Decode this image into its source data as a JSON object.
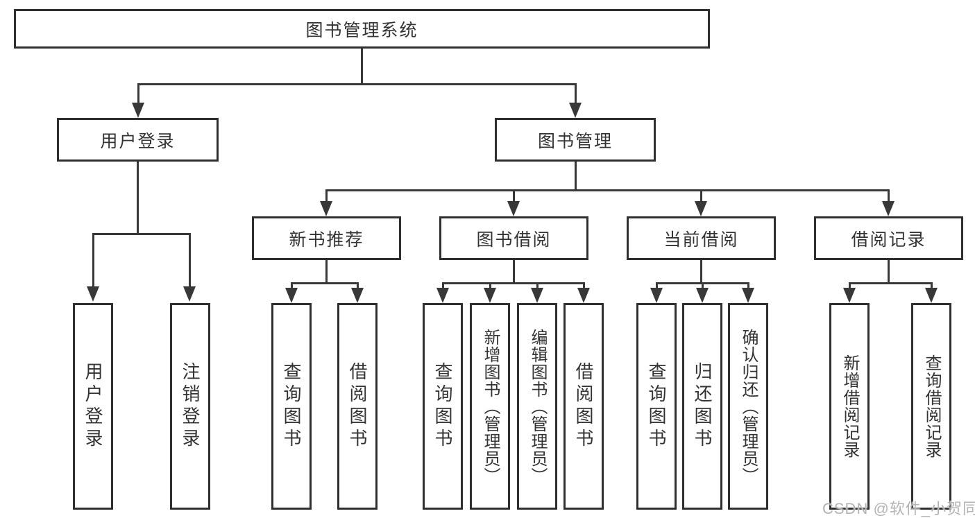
{
  "diagram": {
    "root": {
      "label": "图书管理系统"
    },
    "level2": [
      {
        "label": "用户登录"
      },
      {
        "label": "图书管理"
      }
    ],
    "level3": [
      {
        "label": "新书推荐"
      },
      {
        "label": "图书借阅"
      },
      {
        "label": "当前借阅"
      },
      {
        "label": "借阅记录"
      }
    ],
    "leaves": {
      "user": [
        "用户登录",
        "注销登录"
      ],
      "recommend": [
        "查询图书",
        "借阅图书"
      ],
      "borrow": [
        "查询图书",
        "新增图书（管理员）",
        "编辑图书（管理员）",
        "借阅图书"
      ],
      "current": [
        "查询图书",
        "归还图书",
        "确认归还（管理员）"
      ],
      "records": [
        "新增借阅记录",
        "查询借阅记录"
      ]
    }
  },
  "watermark": {
    "text": "CSDN @软件_小贺同学"
  },
  "colors": {
    "line": "#383838",
    "box_border": "#2f2f2f",
    "text": "#333333",
    "background": "#ffffff",
    "watermark": "#b3b3b3"
  }
}
